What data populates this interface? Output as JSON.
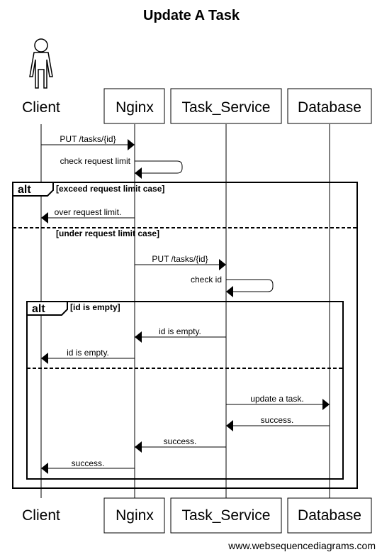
{
  "title": "Update A Task",
  "footer": "www.websequencediagrams.com",
  "participants": [
    {
      "id": "client",
      "label": "Client",
      "kind": "actor"
    },
    {
      "id": "nginx",
      "label": "Nginx",
      "kind": "box"
    },
    {
      "id": "task_service",
      "label": "Task_Service",
      "kind": "box"
    },
    {
      "id": "database",
      "label": "Database",
      "kind": "box"
    }
  ],
  "messages": [
    {
      "from": "client",
      "to": "nginx",
      "label": "PUT /tasks/{id}"
    },
    {
      "from": "nginx",
      "to": "nginx",
      "label": "check request limit"
    },
    {
      "from": "nginx",
      "to": "client",
      "label": "over request limit."
    },
    {
      "from": "nginx",
      "to": "task_service",
      "label": "PUT /tasks/{id}"
    },
    {
      "from": "task_service",
      "to": "task_service",
      "label": "check id"
    },
    {
      "from": "task_service",
      "to": "nginx",
      "label": "id is empty."
    },
    {
      "from": "nginx",
      "to": "client",
      "label": "id is empty."
    },
    {
      "from": "task_service",
      "to": "database",
      "label": "update a task."
    },
    {
      "from": "database",
      "to": "task_service",
      "label": "success."
    },
    {
      "from": "task_service",
      "to": "nginx",
      "label": "success."
    },
    {
      "from": "nginx",
      "to": "client",
      "label": "success."
    }
  ],
  "frames": [
    {
      "keyword": "alt",
      "condition": "[exceed request limit case]",
      "else_condition": "[under request limit case]"
    },
    {
      "keyword": "alt",
      "condition": "[id is empty]",
      "else_condition": ""
    }
  ]
}
